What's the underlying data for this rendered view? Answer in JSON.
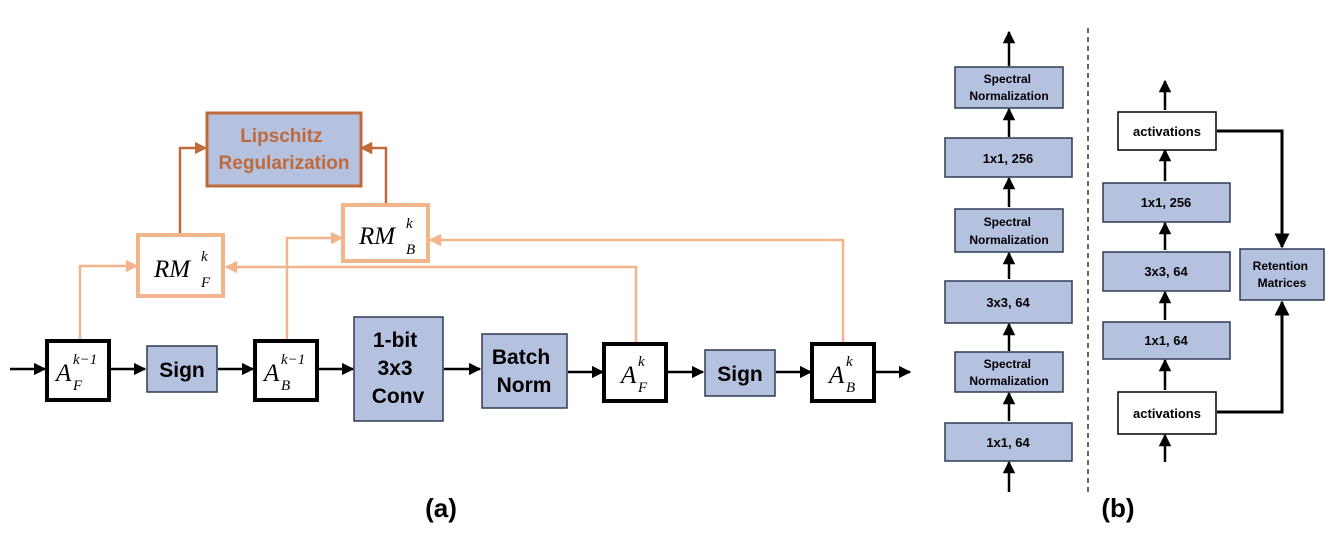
{
  "panel_a": {
    "caption": "(a)",
    "sign_label": "Sign",
    "conv_lines": [
      "1-bit",
      "3x3",
      "Conv"
    ],
    "bn_lines": [
      "Batch",
      "Norm"
    ],
    "lipschitz_lines": [
      "Lipschitz",
      "Regularization"
    ],
    "af_prev": {
      "base": "A",
      "sub": "F",
      "sup": "k−1"
    },
    "ab_prev": {
      "base": "A",
      "sub": "B",
      "sup": "k−1"
    },
    "af_k": {
      "base": "A",
      "sub": "F",
      "sup": "k"
    },
    "ab_k": {
      "base": "A",
      "sub": "B",
      "sup": "k"
    },
    "rm_f": {
      "base": "RM",
      "sub": "F",
      "sup": "k"
    },
    "rm_b": {
      "base": "RM",
      "sub": "B",
      "sup": "k"
    }
  },
  "panel_b": {
    "caption": "(b)",
    "left_stack": [
      [
        "1x1, 64"
      ],
      [
        "Spectral",
        "Normalization"
      ],
      [
        "3x3, 64"
      ],
      [
        "Spectral",
        "Normalization"
      ],
      [
        "1x1, 256"
      ],
      [
        "Spectral",
        "Normalization"
      ]
    ],
    "right_stack": [
      "activations",
      "1x1, 64",
      "3x3, 64",
      "1x1, 256",
      "activations"
    ],
    "retention_lines": [
      "Retention",
      "Matrices"
    ]
  },
  "colors": {
    "block_fill": "#b4c2e0",
    "retention_line": "#f2b48a",
    "lipschitz_accent": "#c0693a"
  }
}
